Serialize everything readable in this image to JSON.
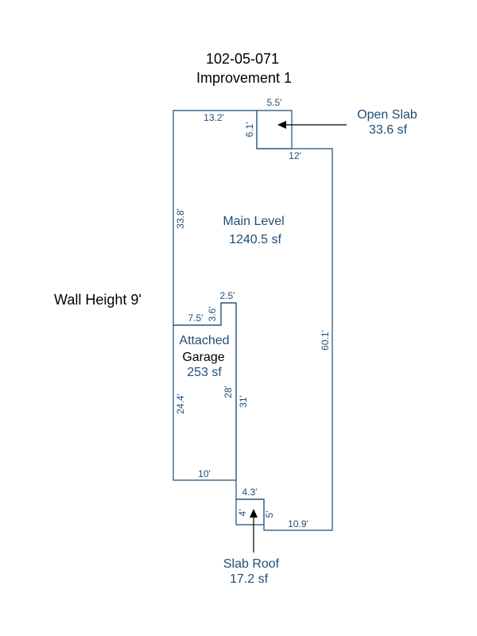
{
  "header": {
    "parcel_id": "102-05-071",
    "improvement": "Improvement 1"
  },
  "wall_height": "Wall Height 9'",
  "colors": {
    "outline": "#1f4e79",
    "label": "#1f4e79",
    "text": "#000000"
  },
  "areas": {
    "main_level": {
      "name": "Main Level",
      "area": "1240.5 sf"
    },
    "attached_garage": {
      "name_line1": "Attached",
      "name_line2": "Garage",
      "area": "253 sf"
    },
    "open_slab": {
      "name": "Open Slab",
      "area": "33.6 sf"
    },
    "slab_roof": {
      "name": "Slab Roof",
      "area": "17.2 sf"
    }
  },
  "dimensions": {
    "main_top": "13.2'",
    "slab_top": "5.5'",
    "slab_side": "6.1'",
    "main_step": "12'",
    "main_left": "33.8'",
    "main_right": "60.1'",
    "main_bottom": "10.9'",
    "notch_top": "2.5'",
    "notch_side": "3.6'",
    "garage_top": "7.5'",
    "garage_left": "24.4'",
    "garage_right": "28'",
    "main_inner": "31'",
    "garage_bottom": "10'",
    "roof_top": "4.3'",
    "roof_left": "4'",
    "roof_right": "5'"
  }
}
